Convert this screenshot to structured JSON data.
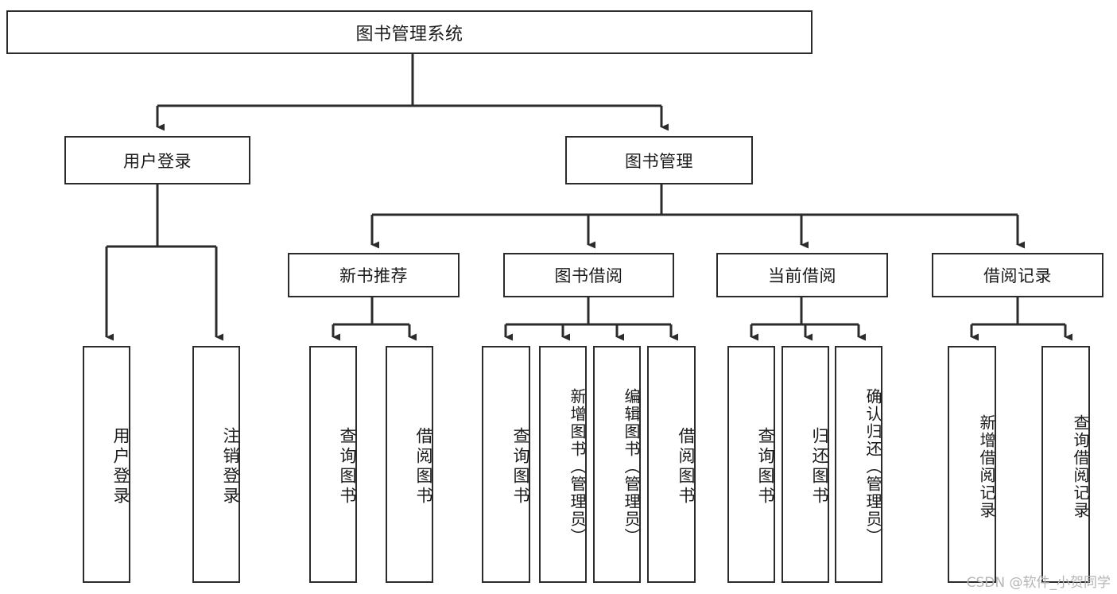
{
  "diagram": {
    "title": "图书管理系统",
    "type": "tree-hierarchy",
    "root": {
      "label": "图书管理系统"
    },
    "level2": [
      {
        "label": "用户登录"
      },
      {
        "label": "图书管理"
      }
    ],
    "level3": [
      {
        "label": "新书推荐"
      },
      {
        "label": "图书借阅"
      },
      {
        "label": "当前借阅"
      },
      {
        "label": "借阅记录"
      }
    ],
    "leaves": {
      "user_login": [
        {
          "label": "用户登录"
        },
        {
          "label": "注销登录"
        }
      ],
      "new_book_recommend": [
        {
          "label": "查询图书"
        },
        {
          "label": "借阅图书"
        }
      ],
      "book_borrow": [
        {
          "label": "查询图书"
        },
        {
          "label": "新增图书（管理员）"
        },
        {
          "label": "编辑图书（管理员）"
        },
        {
          "label": "借阅图书"
        }
      ],
      "current_borrow": [
        {
          "label": "查询图书"
        },
        {
          "label": "归还图书"
        },
        {
          "label": "确认归还（管理员）"
        }
      ],
      "borrow_record": [
        {
          "label": "新增借阅记录"
        },
        {
          "label": "查询借阅记录"
        }
      ]
    }
  },
  "colors": {
    "box_border": "#2b2b2b",
    "box_fill": "#ffffff",
    "connector": "#2b2b2b",
    "text": "#1a1a1a",
    "watermark": "#b5b5b5"
  },
  "watermark": {
    "text": "CSDN @软件_小贺同学"
  }
}
